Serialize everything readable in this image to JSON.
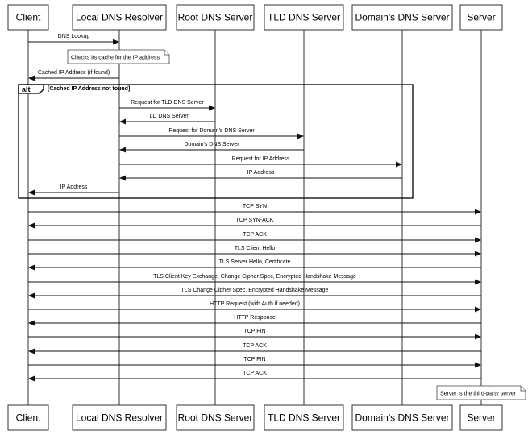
{
  "participants": [
    {
      "id": "client",
      "label": "Client"
    },
    {
      "id": "resolver",
      "label": "Local DNS Resolver"
    },
    {
      "id": "root",
      "label": "Root DNS Server"
    },
    {
      "id": "tld",
      "label": "TLD DNS Server"
    },
    {
      "id": "domain",
      "label": "Domain's DNS Server"
    },
    {
      "id": "server",
      "label": "Server"
    }
  ],
  "messages": [
    {
      "from": "client",
      "to": "resolver",
      "label": "DNS Lookup"
    },
    {
      "from": "resolver",
      "to": "client",
      "label": "Cached IP Address (if found)"
    },
    {
      "from": "resolver",
      "to": "root",
      "label": "Request for TLD DNS Server"
    },
    {
      "from": "root",
      "to": "resolver",
      "label": "TLD DNS Server"
    },
    {
      "from": "resolver",
      "to": "tld",
      "label": "Request for Domain's DNS Server"
    },
    {
      "from": "tld",
      "to": "resolver",
      "label": "Domain's DNS Server"
    },
    {
      "from": "resolver",
      "to": "domain",
      "label": "Request for IP Address"
    },
    {
      "from": "domain",
      "to": "resolver",
      "label": "IP Address"
    },
    {
      "from": "resolver",
      "to": "client",
      "label": "IP Address"
    },
    {
      "from": "client",
      "to": "server",
      "label": "TCP SYN"
    },
    {
      "from": "server",
      "to": "client",
      "label": "TCP SYN-ACK"
    },
    {
      "from": "client",
      "to": "server",
      "label": "TCP ACK"
    },
    {
      "from": "client",
      "to": "server",
      "label": "TLS Client Hello"
    },
    {
      "from": "server",
      "to": "client",
      "label": "TLS Server Hello, Certificate"
    },
    {
      "from": "client",
      "to": "server",
      "label": "TLS Client Key Exchange, Change Cipher Spec, Encrypted Handshake Message"
    },
    {
      "from": "server",
      "to": "client",
      "label": "TLS Change Cipher Spec, Encrypted Handshake Message"
    },
    {
      "from": "client",
      "to": "server",
      "label": "HTTP Request (with Auth if needed)"
    },
    {
      "from": "server",
      "to": "client",
      "label": "HTTP Response"
    },
    {
      "from": "client",
      "to": "server",
      "label": "TCP FIN"
    },
    {
      "from": "server",
      "to": "client",
      "label": "TCP ACK"
    },
    {
      "from": "client",
      "to": "server",
      "label": "TCP FIN"
    },
    {
      "from": "server",
      "to": "client",
      "label": "TCP ACK"
    }
  ],
  "notes": [
    {
      "over": "resolver",
      "text": "Checks its cache for the IP address"
    },
    {
      "over": "server",
      "text": "Server is the third-party server"
    }
  ],
  "fragment": {
    "type": "alt",
    "condition": "[Cached IP Address not found]"
  }
}
